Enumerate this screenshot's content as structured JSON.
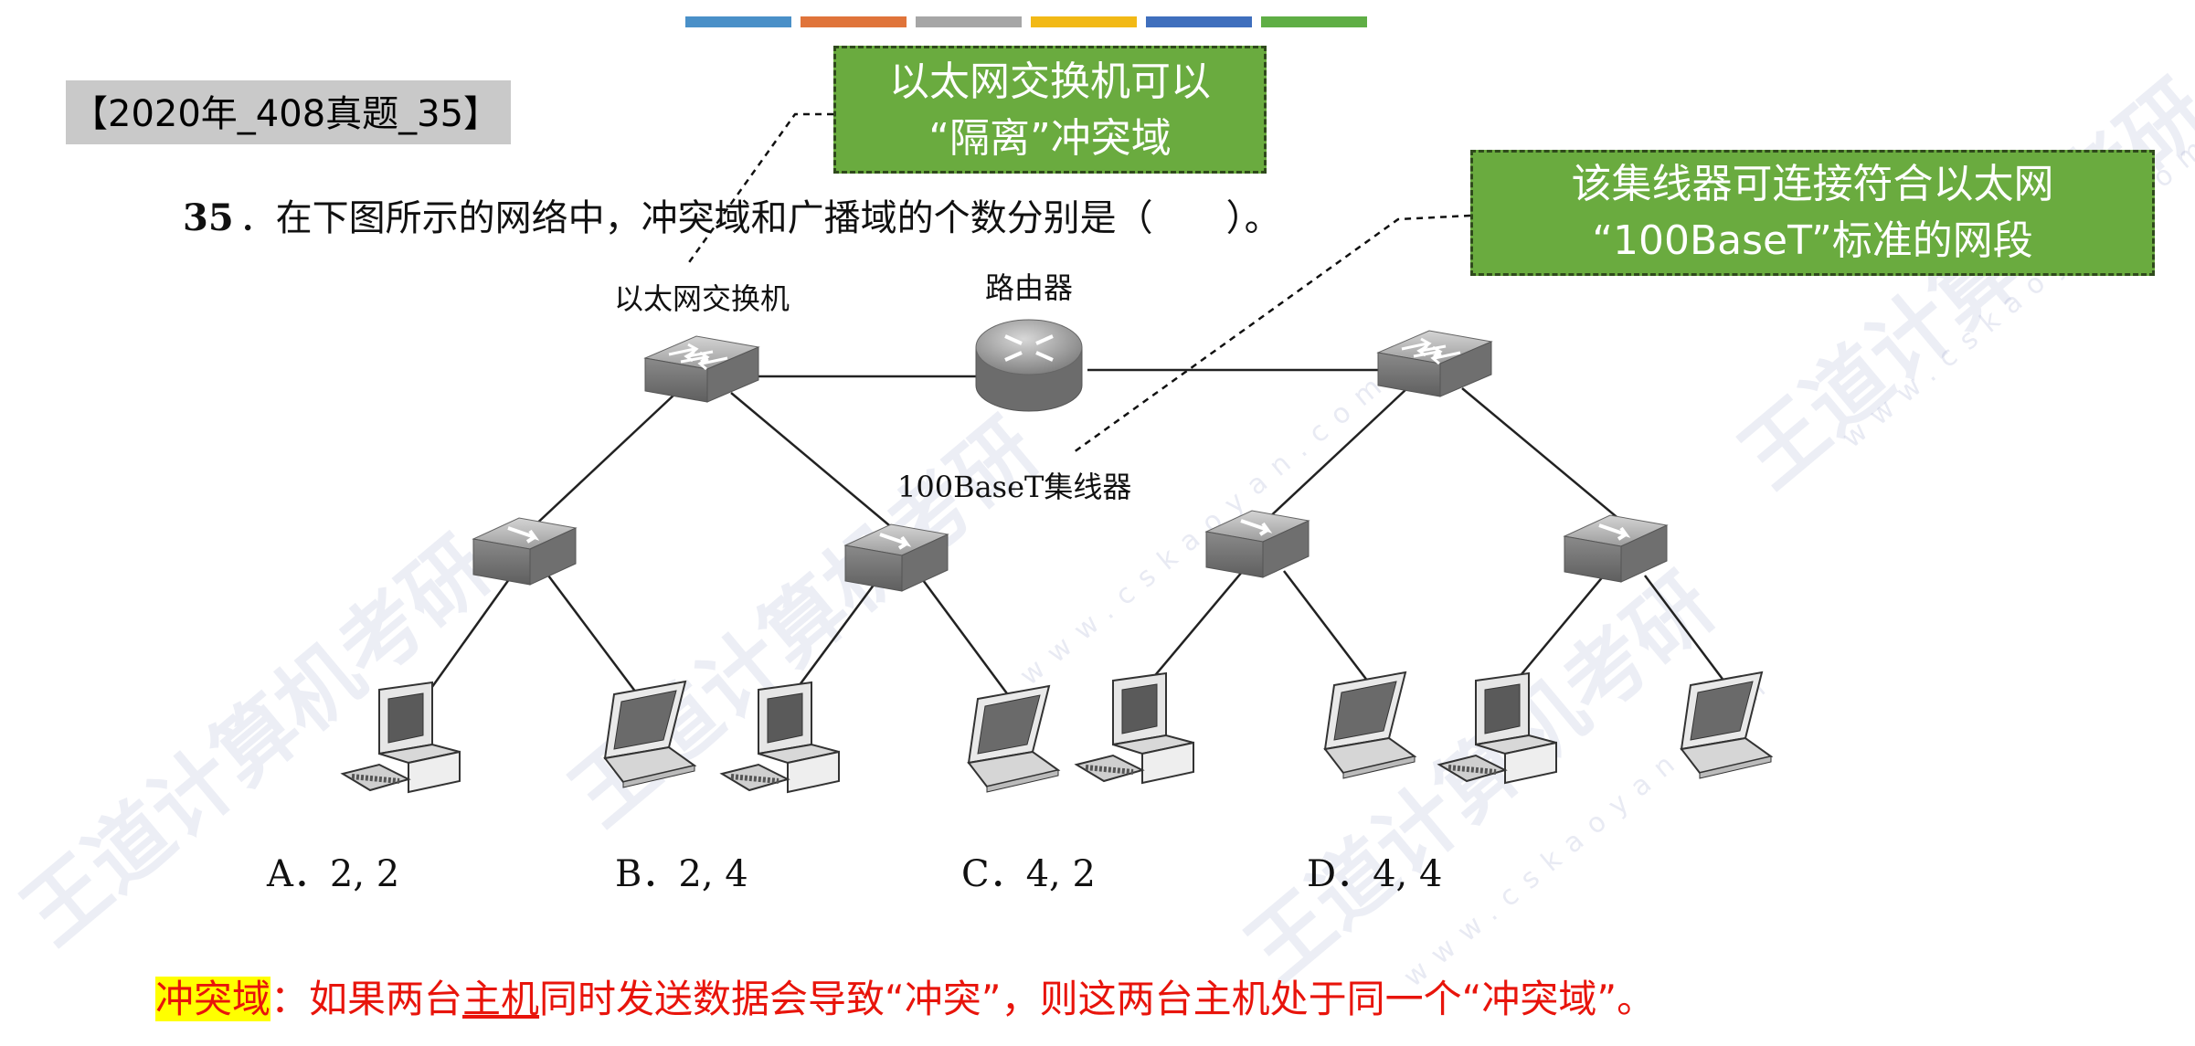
{
  "badge": "【2020年_408真题_35】",
  "question": {
    "number": "35",
    "text": "．在下图所示的网络中，冲突域和广播域的个数分别是（　　）。"
  },
  "callouts": {
    "switch_note_line1": "以太网交换机可以",
    "switch_note_line2": "“隔离”冲突域",
    "hub_note_line1": "该集线器可连接符合以太网",
    "hub_note_line2": "“100BaseT”标准的网段"
  },
  "diagram": {
    "switch_label": "以太网交换机",
    "router_label": "路由器",
    "hub_label": "100BaseT集线器"
  },
  "options": [
    {
      "key": "A",
      "text": "．2, 2"
    },
    {
      "key": "B",
      "text": "．2, 4"
    },
    {
      "key": "C",
      "text": "．4, 2"
    },
    {
      "key": "D",
      "text": "．4, 4"
    }
  ],
  "definition": {
    "term": "冲突域",
    "part1": "：如果两台",
    "underlined": "主机",
    "part2": "同时发送数据会导致“冲突”，则这两台主机处于同一个“冲突域”。"
  },
  "watermark": {
    "brand": "王道计算机考研",
    "url": "www.cskaoyan.com"
  },
  "colors": {
    "top_bars": [
      "#4a90c8",
      "#e0743a",
      "#a6a6a6",
      "#f2b916",
      "#3f6fbd",
      "#5fae45"
    ],
    "callout_fill": "#6aab3f",
    "definition_text": "#e8140b",
    "term_highlight": "#ffff00",
    "badge_fill": "#c9c9c9"
  }
}
